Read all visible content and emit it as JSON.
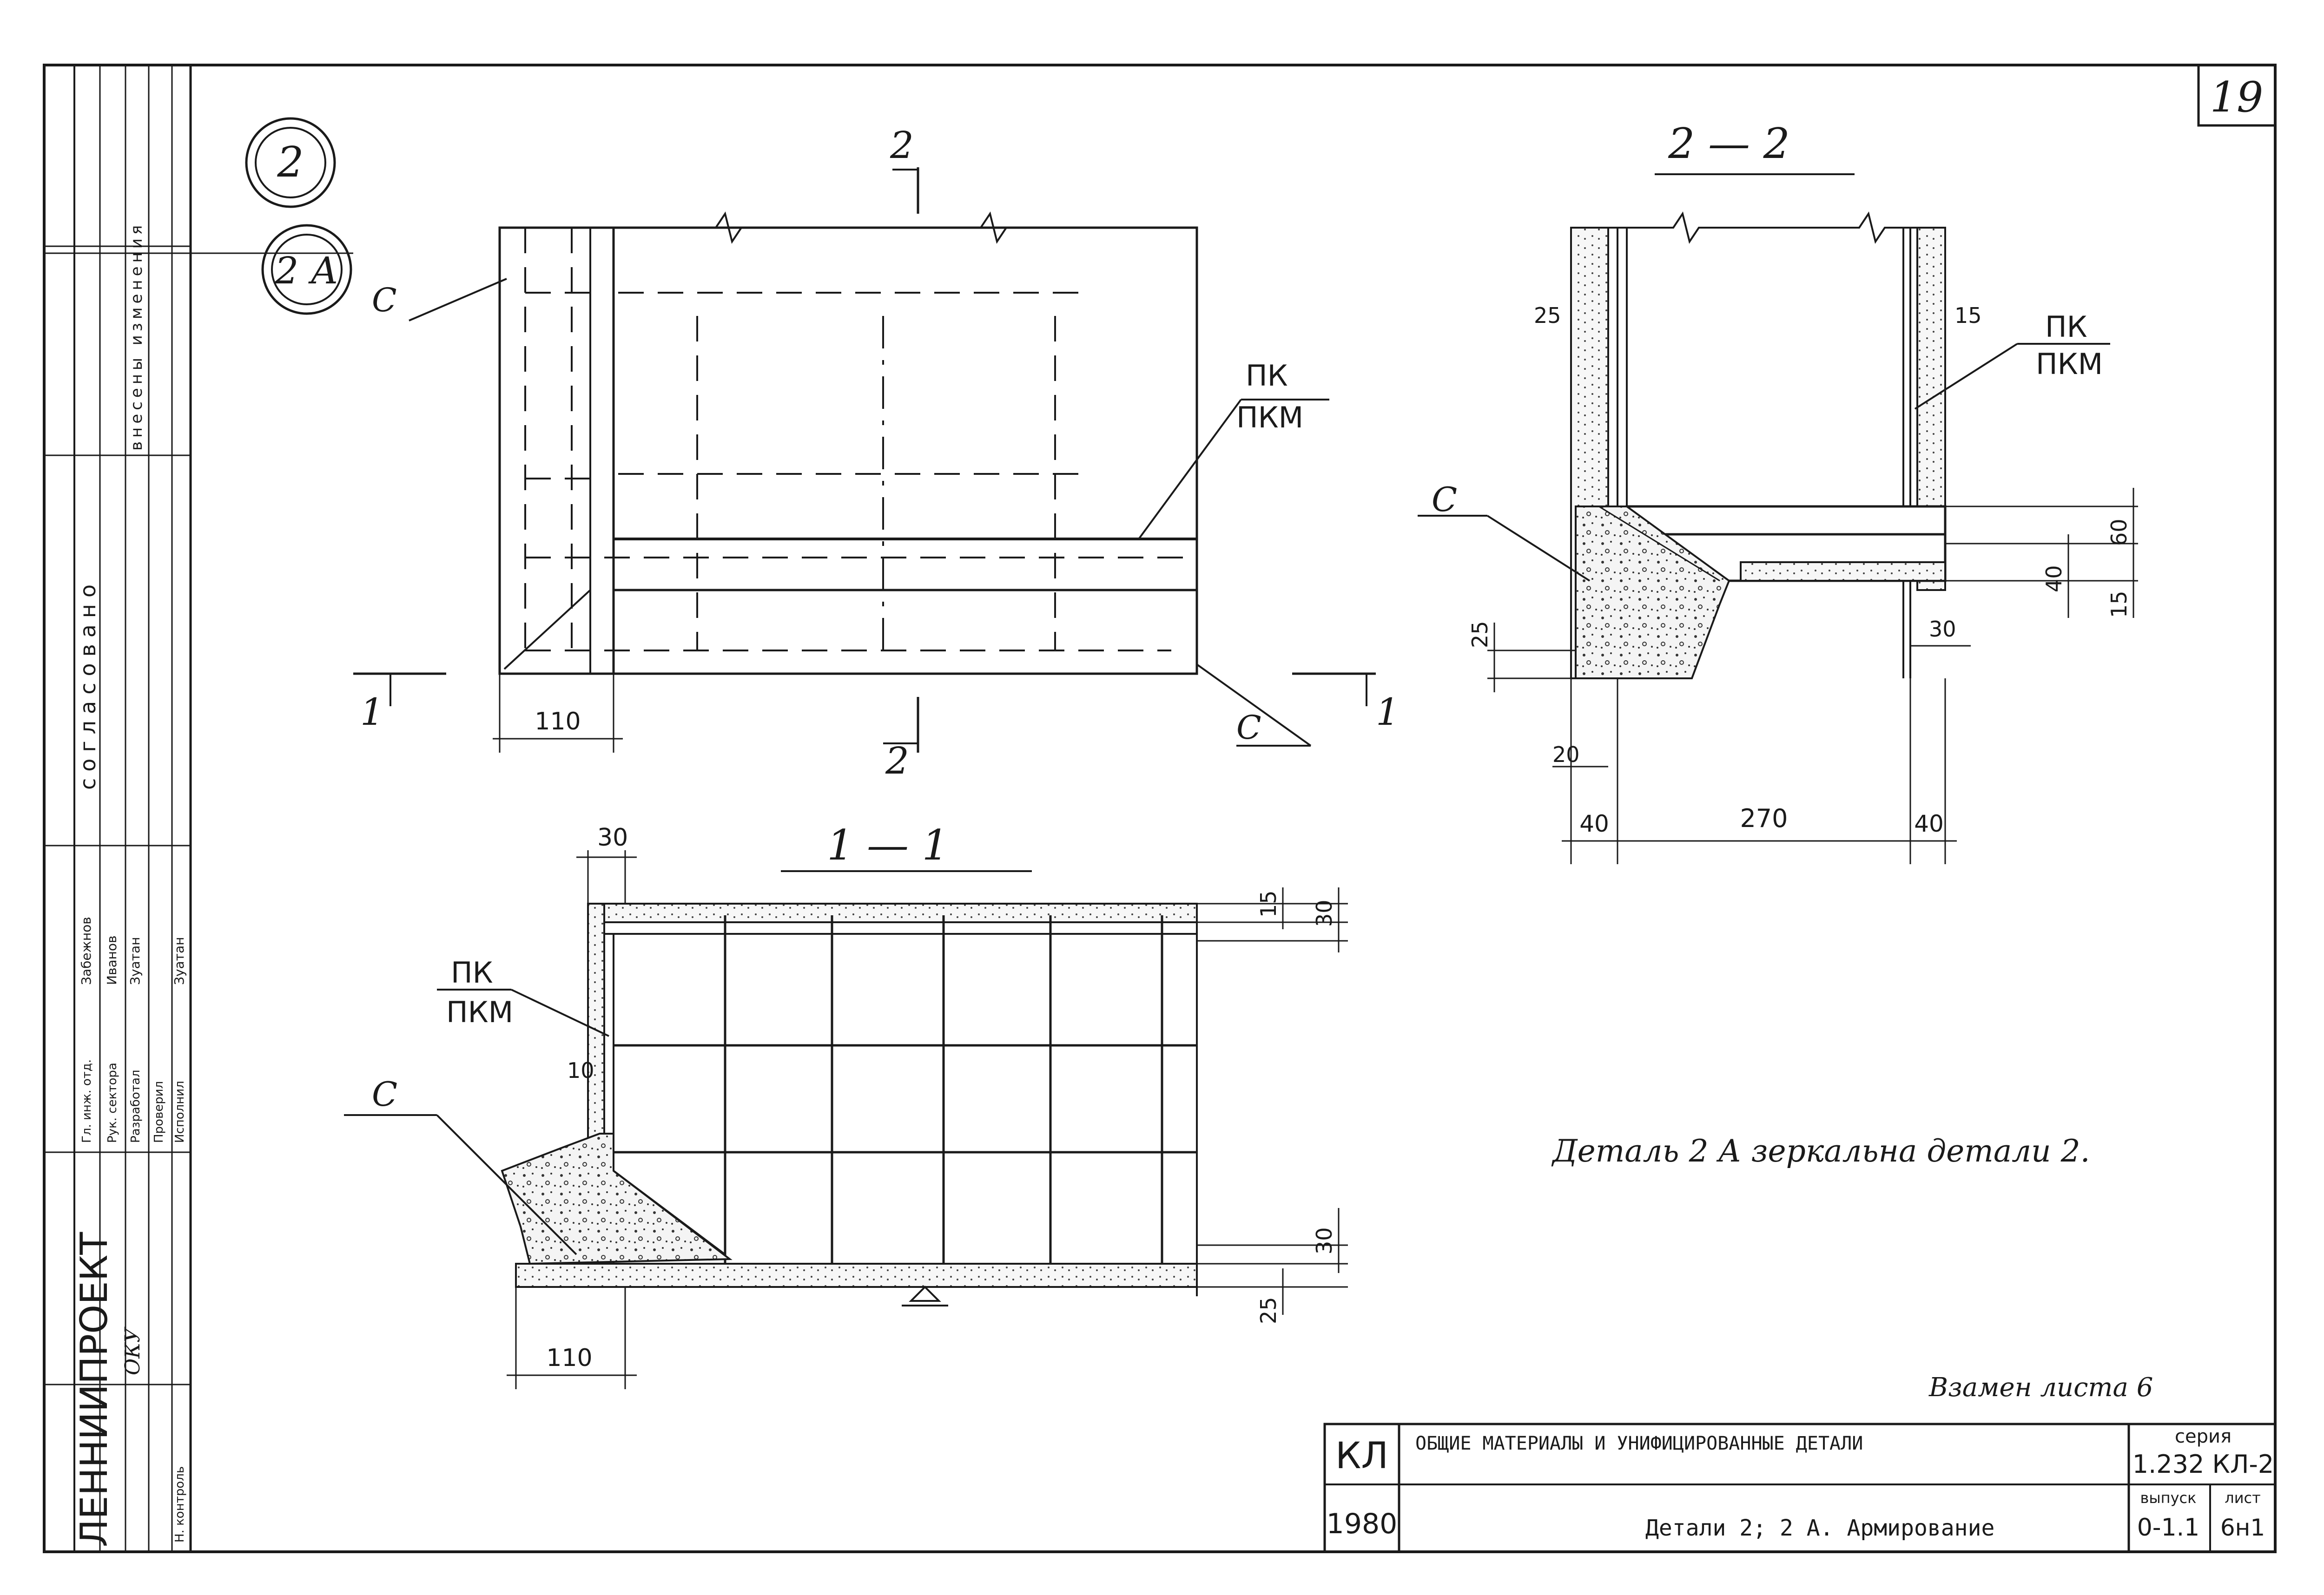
{
  "sheet": {
    "number": "19",
    "callouts": {
      "detail_a": "2",
      "detail_b": "2 А"
    }
  },
  "plan_view": {
    "section_mark": "2",
    "section_mark_bottom": "2",
    "cut_left": "1",
    "cut_right": "1",
    "label_c_left": "С",
    "label_c_right": "С",
    "label_pk": "ПК",
    "label_pkm": "ПКМ",
    "dim_110": "110"
  },
  "section_2_2": {
    "title": "2 — 2",
    "label_c": "С",
    "label_pk": "ПК",
    "label_pkm": "ПКМ",
    "dims": {
      "d25_top": "25",
      "d15_top": "15",
      "d60": "60",
      "d40_right": "40",
      "d15_right": "15",
      "d30": "30",
      "d25_left": "25",
      "d20": "20",
      "d40_left": "40",
      "d270": "270",
      "d40_bottom_right": "40"
    }
  },
  "section_1_1": {
    "title": "1 — 1",
    "label_c": "С",
    "label_pk": "ПК",
    "label_pkm": "ПКМ",
    "dims": {
      "d30_top": "30",
      "d15": "15",
      "d30_right_top": "30",
      "d10": "10",
      "d30_right_bottom": "30",
      "d25": "25",
      "d110": "110"
    }
  },
  "note": "Деталь 2 А зеркальна детали 2.",
  "replacement_note": "Взамен листа 6",
  "title_block": {
    "code": "КЛ",
    "year": "1980",
    "title_line1": "ОБЩИЕ МАТЕРИАЛЫ И УНИФИЦИРОВАННЫЕ ДЕТАЛИ",
    "title_line2": "Детали 2; 2 А. Армирование",
    "series_label": "серия",
    "series_value": "1.232 КЛ-2",
    "issue_label": "выпуск",
    "issue_value": "0-1.1",
    "sheet_label": "лист",
    "sheet_value": "6н1"
  },
  "side_stamp": {
    "organization": "ЛЕННИИПРОЕКТ",
    "agreed": "согласовано",
    "changes": "внесены изменения",
    "rows": [
      "Гл. инж. отд.",
      "Рук. сектора",
      "Разработал",
      "Проверил",
      "Исполнил",
      "Н. контроль"
    ],
    "names": [
      "Забежнов",
      "Иванов",
      "Зуатан",
      "Зуатан"
    ],
    "dept": "ОКУ"
  }
}
